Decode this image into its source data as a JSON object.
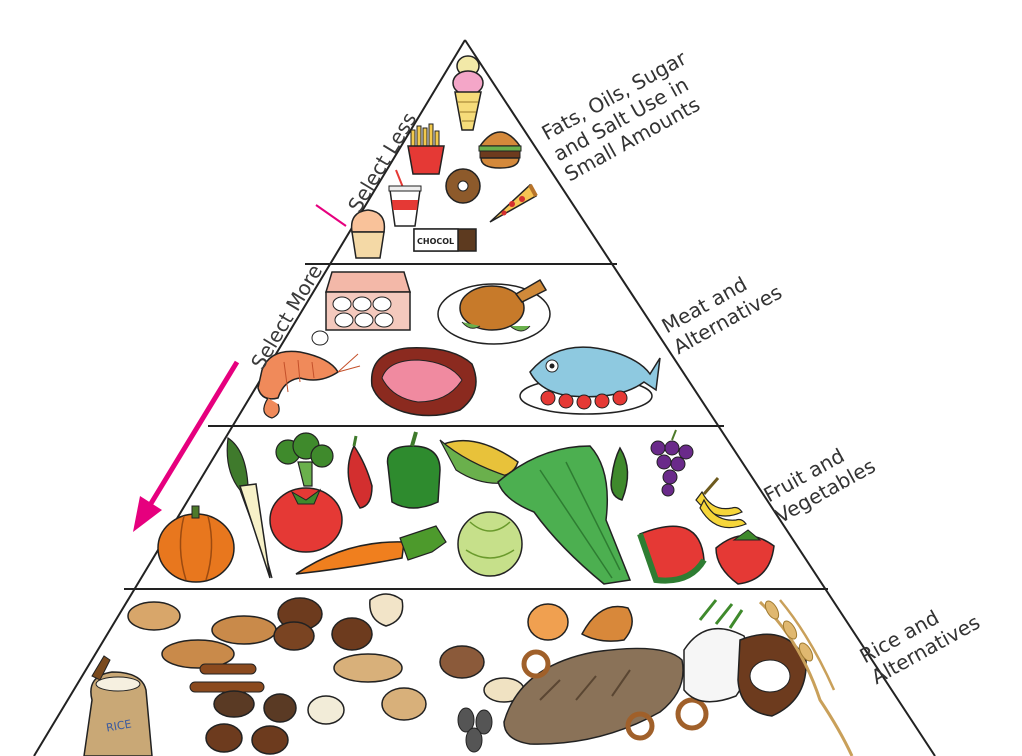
{
  "pyramid": {
    "guide": {
      "more": "Select More",
      "less": "Select Less"
    },
    "tiers": [
      {
        "label_lines": [
          "Fats, Oils, Sugar",
          "and Salt Use in",
          "Small Amounts"
        ],
        "chocolate_text": "CHOCOL"
      },
      {
        "label_lines": [
          "Meat and",
          "Alternatives"
        ]
      },
      {
        "label_lines": [
          "Fruit and",
          "Vegetables"
        ]
      },
      {
        "label_lines": [
          "Rice and",
          "Alternatives"
        ],
        "sack_text": "RICE"
      }
    ],
    "colors": {
      "outline": "#222222",
      "arrow": "#e6007e"
    }
  }
}
